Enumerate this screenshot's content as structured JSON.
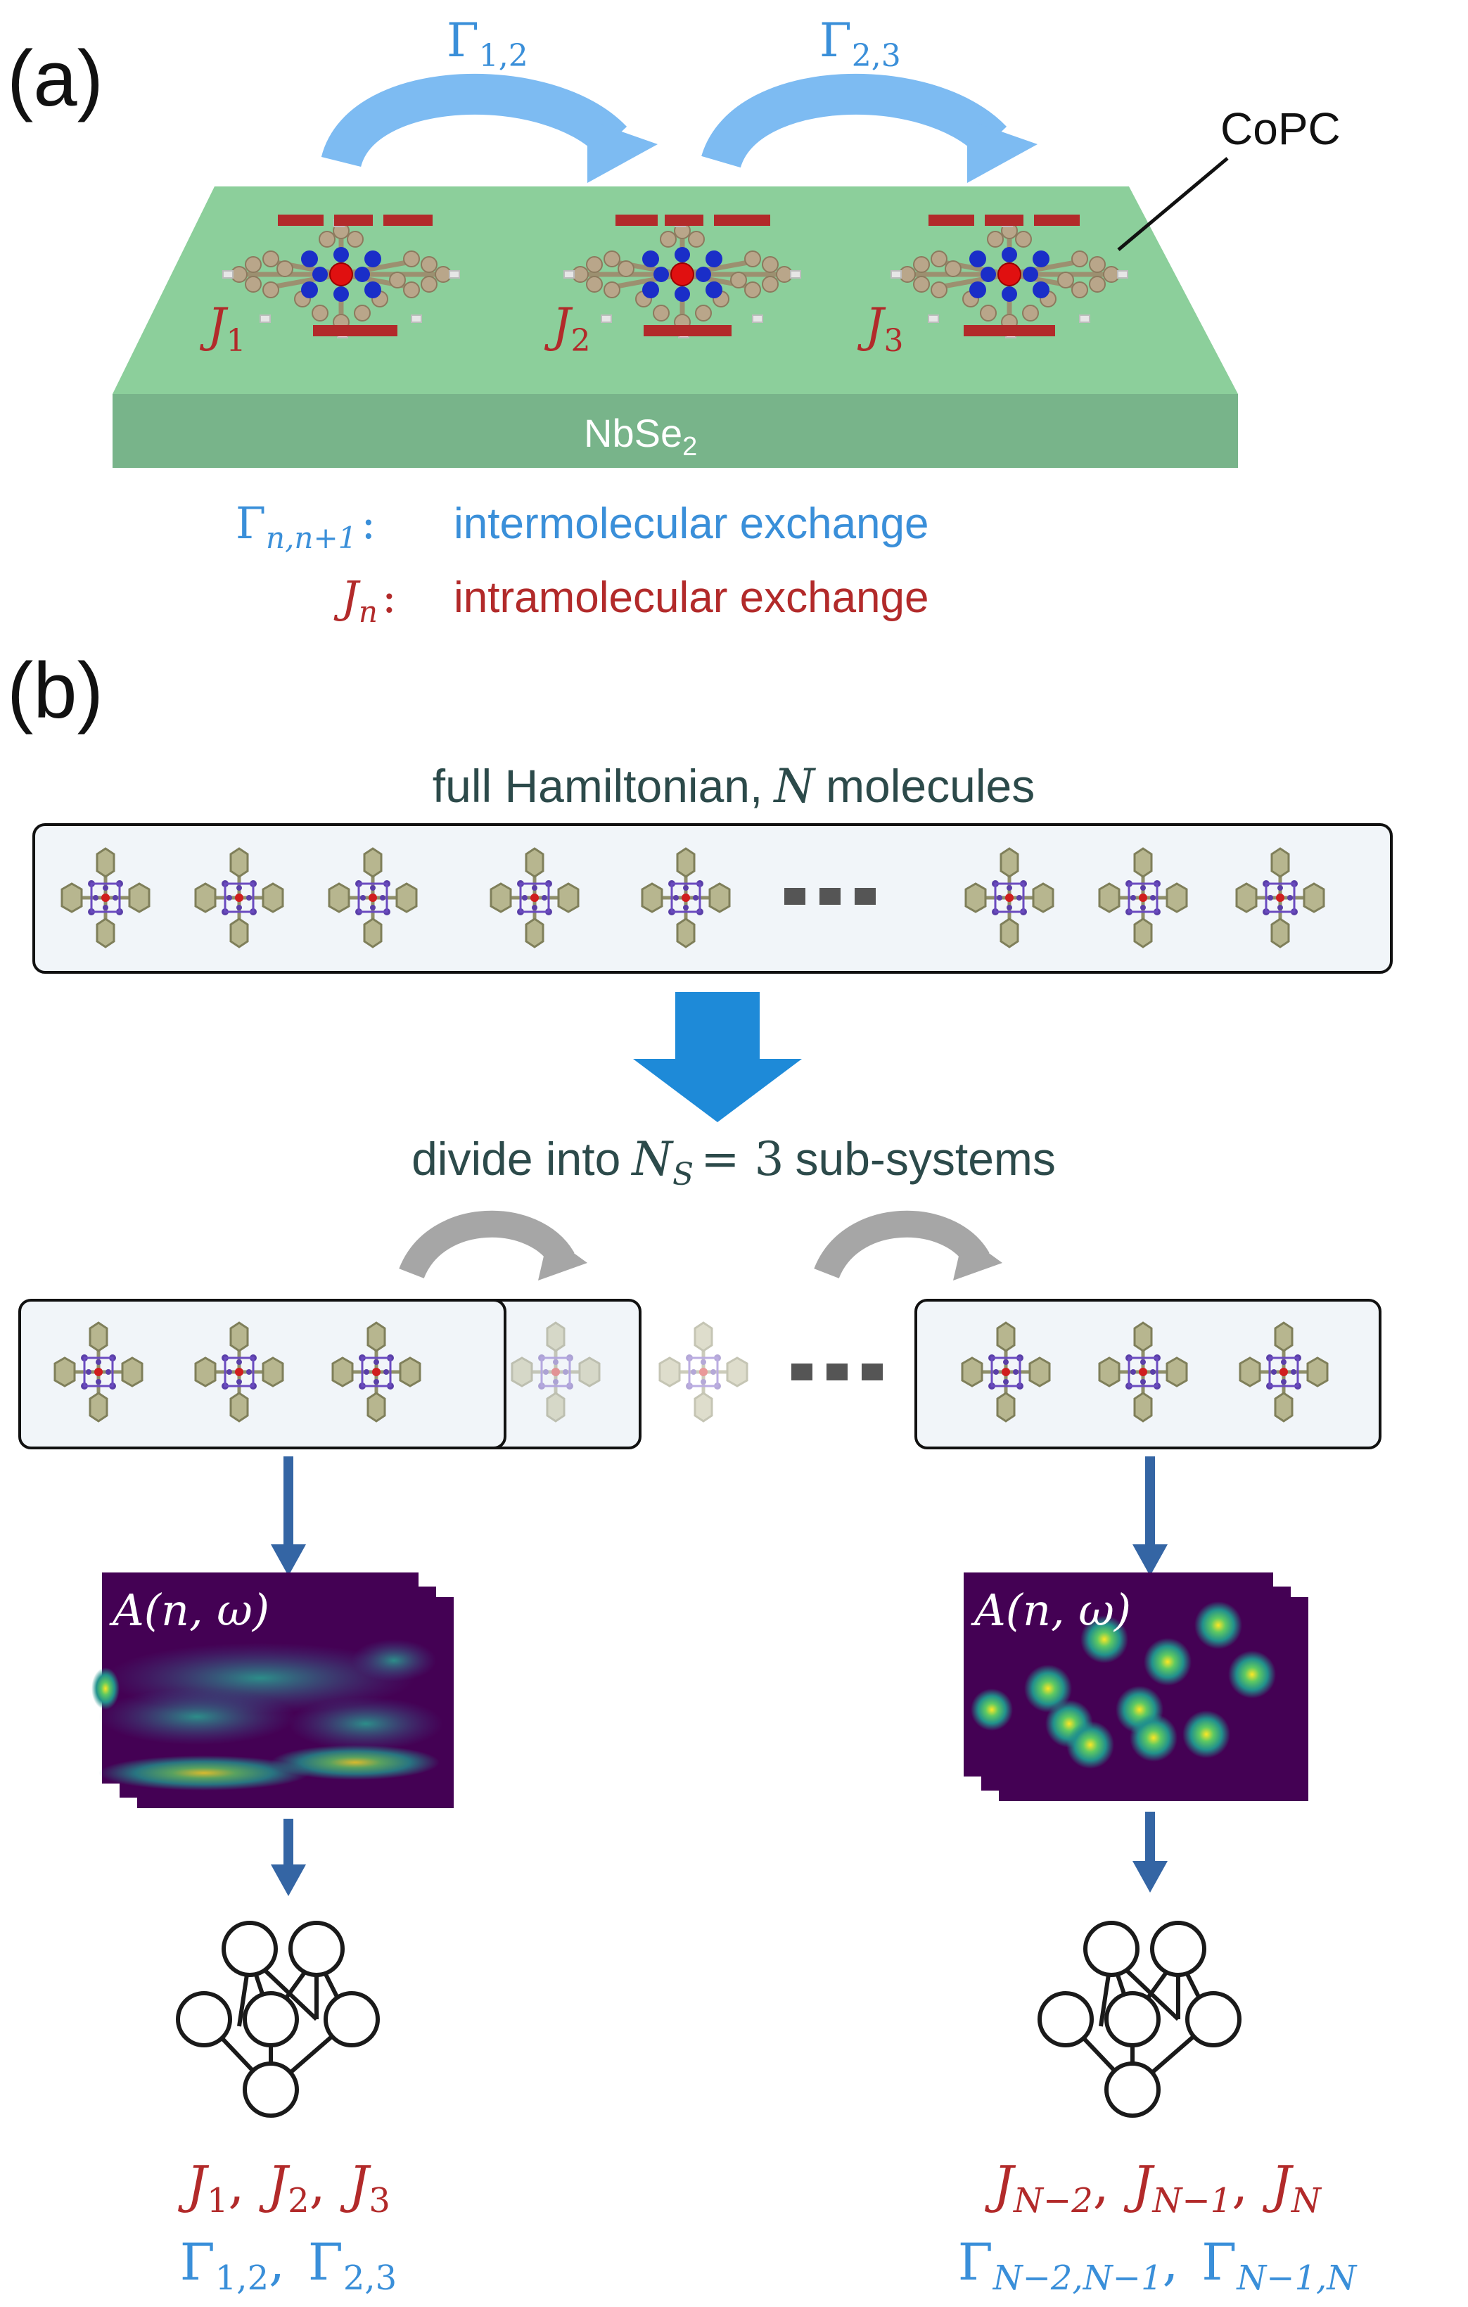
{
  "panel_a": {
    "label": "(a)",
    "gamma_12": {
      "sym": "Γ",
      "sub": "1,2"
    },
    "gamma_23": {
      "sym": "Γ",
      "sub": "2,3"
    },
    "copc_label": "CoPC",
    "substrate": {
      "main": "NbSe",
      "sub": "2"
    },
    "j_labels": [
      {
        "sym": "J",
        "sub": "1"
      },
      {
        "sym": "J",
        "sub": "2"
      },
      {
        "sym": "J",
        "sub": "3"
      }
    ],
    "legend": {
      "gamma_sym": "Γ",
      "gamma_sub": "n,n+1",
      "gamma_colon": ":",
      "gamma_desc": "intermolecular exchange",
      "j_sym": "J",
      "j_sub": "n",
      "j_colon": ":",
      "j_desc": "intramolecular exchange"
    }
  },
  "panel_b": {
    "label": "(b)",
    "full_text": "full Hamiltonian,",
    "full_sym": "N",
    "full_tail": "molecules",
    "divide_text": "divide into",
    "divide_sym": "N",
    "divide_sub": "S",
    "divide_eq": "= 3",
    "divide_tail": "sub-systems",
    "spectral_label": "A(n, ω)",
    "left_outputs": {
      "j_line": [
        {
          "sym": "J",
          "sub": "1",
          "sep": ","
        },
        {
          "sym": "J",
          "sub": "2",
          "sep": ","
        },
        {
          "sym": "J",
          "sub": "3",
          "sep": ""
        }
      ],
      "g_line": [
        {
          "sym": "Γ",
          "sub": "1,2",
          "sep": ","
        },
        {
          "sym": "Γ",
          "sub": "2,3",
          "sep": ""
        }
      ]
    },
    "right_outputs": {
      "j_line": [
        {
          "sym": "J",
          "sub": "N−2",
          "sep": ","
        },
        {
          "sym": "J",
          "sub": "N−1",
          "sep": ","
        },
        {
          "sym": "J",
          "sub": "N",
          "sep": ""
        }
      ],
      "g_line": [
        {
          "sym": "Γ",
          "sub": "N−2,N−1",
          "sep": ","
        },
        {
          "sym": "Γ",
          "sub": "N−1,N",
          "sep": ""
        }
      ]
    }
  },
  "colors": {
    "gamma_blue": "#3a8fd9",
    "j_red": "#b22a2a",
    "arrow_light_blue": "#7dbbf2",
    "arrow_blue": "#1e8ad8",
    "arrow_gray": "#a6a6a6",
    "substrate_top": "#8ccf9b",
    "substrate_front": "#78b48a",
    "text_dark": "#2c4a4a",
    "heatmap_bg": "#440154",
    "nn_stroke": "#1a1a1a",
    "down_arrow": "#3465a4"
  }
}
